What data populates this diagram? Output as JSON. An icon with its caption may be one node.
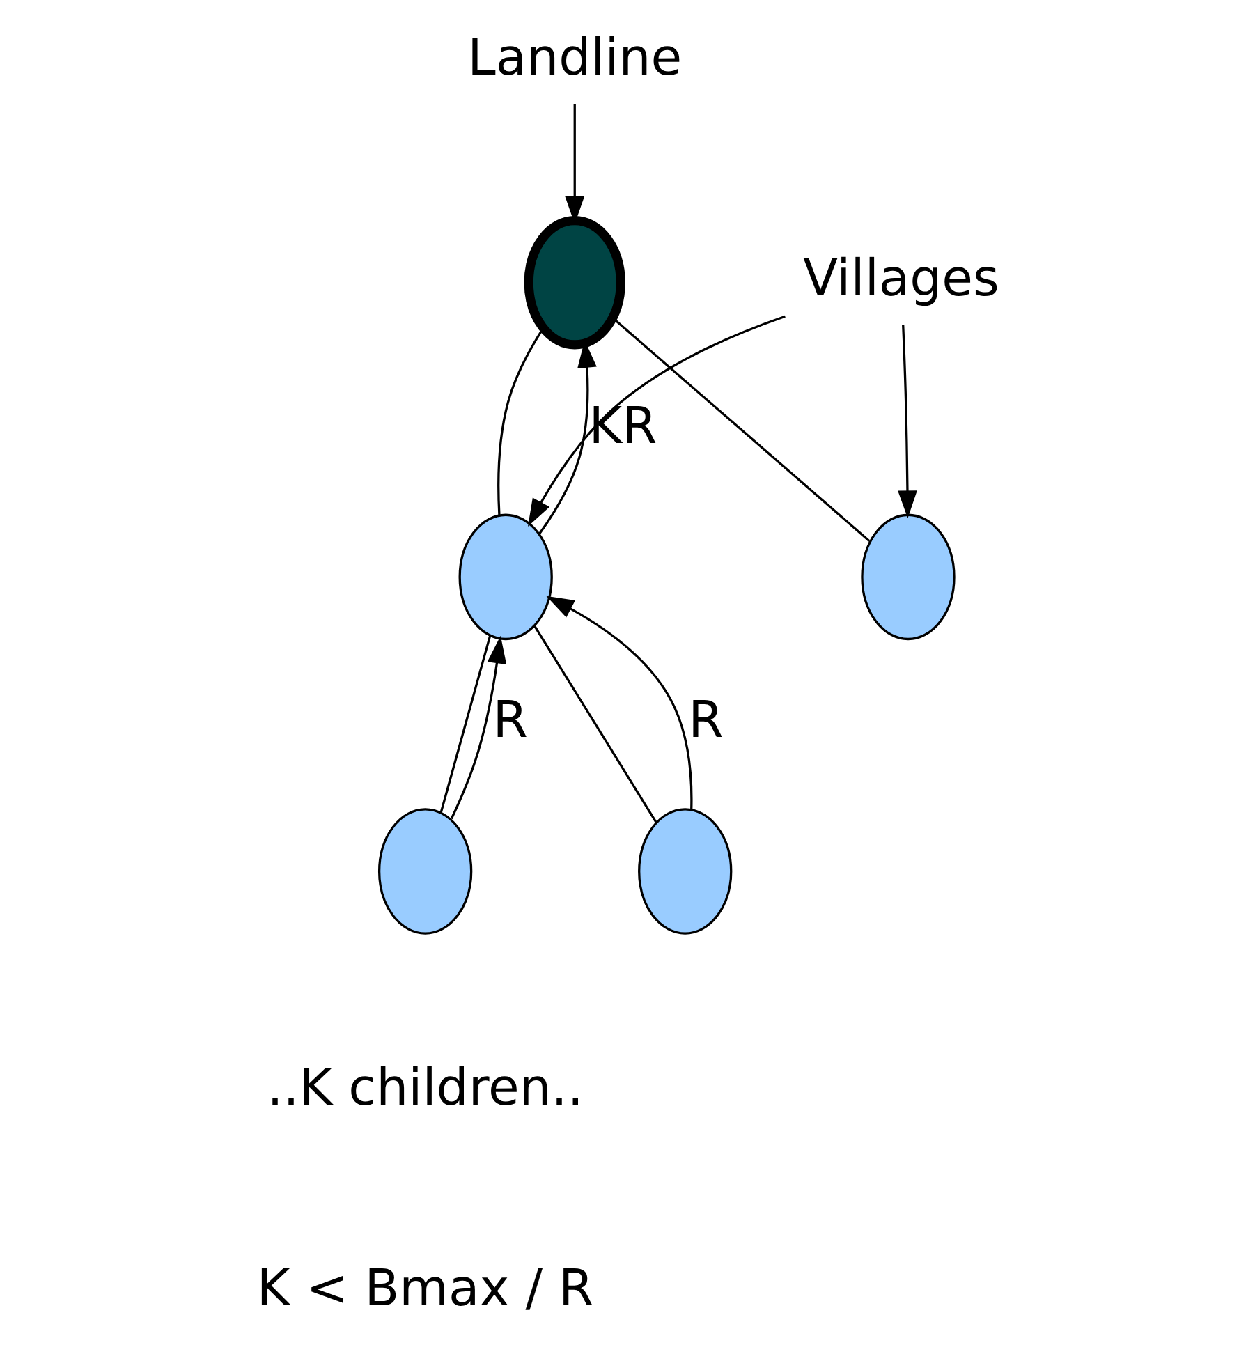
{
  "diagram": {
    "nodes": [
      {
        "text": [
          "Landline"
        ]
      },
      {
        "text": [],
        "shape": "circle"
      },
      {
        "text": [
          "Villages"
        ]
      },
      {
        "text": [],
        "shape": "circle"
      },
      {
        "text": [],
        "shape": "circle"
      },
      {
        "text": [],
        "shape": "circle"
      },
      {
        "text": [],
        "shape": "circle"
      }
    ],
    "edges": [
      {
        "from": 0,
        "to": 1,
        "arrow": "to"
      },
      {
        "from": 2,
        "to": 3,
        "arrow": "to"
      },
      {
        "from": 2,
        "to": 4,
        "arrow": "to"
      },
      {
        "from": 1,
        "to": 3,
        "arrow": "none"
      },
      {
        "from": 1,
        "to": 4,
        "arrow": "none"
      },
      {
        "from": 3,
        "to": 1,
        "arrow": "to",
        "label": "KR"
      },
      {
        "from": 3,
        "to": 5,
        "arrow": "none"
      },
      {
        "from": 3,
        "to": 6,
        "arrow": "none"
      },
      {
        "from": 5,
        "to": 3,
        "arrow": "to",
        "label": "R"
      },
      {
        "from": 6,
        "to": 3,
        "arrow": "to",
        "label": "R"
      }
    ],
    "labels": [
      "..K children..",
      "K < Bmax / R"
    ]
  }
}
